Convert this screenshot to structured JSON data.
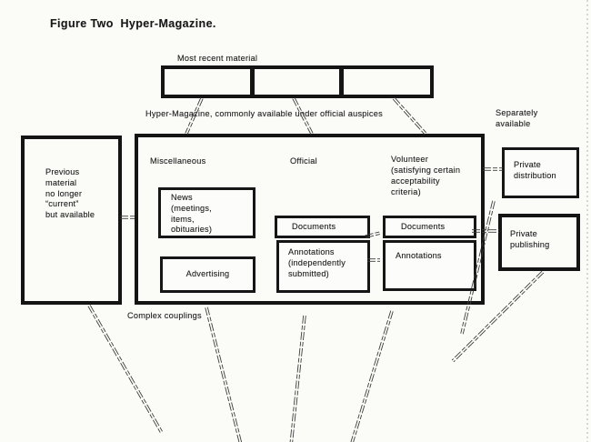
{
  "colors": {
    "paper": "#fbfbf8",
    "ink": "#141414",
    "line": "#3d3d3d"
  },
  "title": "Figure Two  Hyper-Magazine.",
  "labels": {
    "most_recent_material": "Most recent material",
    "hyper_magazine_caption": "Hyper-Magazine, commonly available under official auspices",
    "separately_available": "Separately\navailable",
    "complex_couplings": "Complex couplings"
  },
  "previous_material_box": "Previous\nmaterial\nno longer\n“current”\nbut available",
  "magazine_sections": {
    "miscellaneous": "Miscellaneous",
    "official": "Official",
    "volunteer": "Volunteer\n(satisfying certain\nacceptability\ncriteria)"
  },
  "magazine_boxes": {
    "news": "News\n(meetings,\nitems,\nobituaries)",
    "advertising": "Advertising",
    "documents_official": "Documents",
    "annotations_official": "Annotations\n(independently\nsubmitted)",
    "documents_volunteer": "Documents",
    "annotations_volunteer": "Annotations"
  },
  "side_boxes": {
    "private_distribution": "Private\ndistribution",
    "private_publishing": "Private\npublishing"
  }
}
